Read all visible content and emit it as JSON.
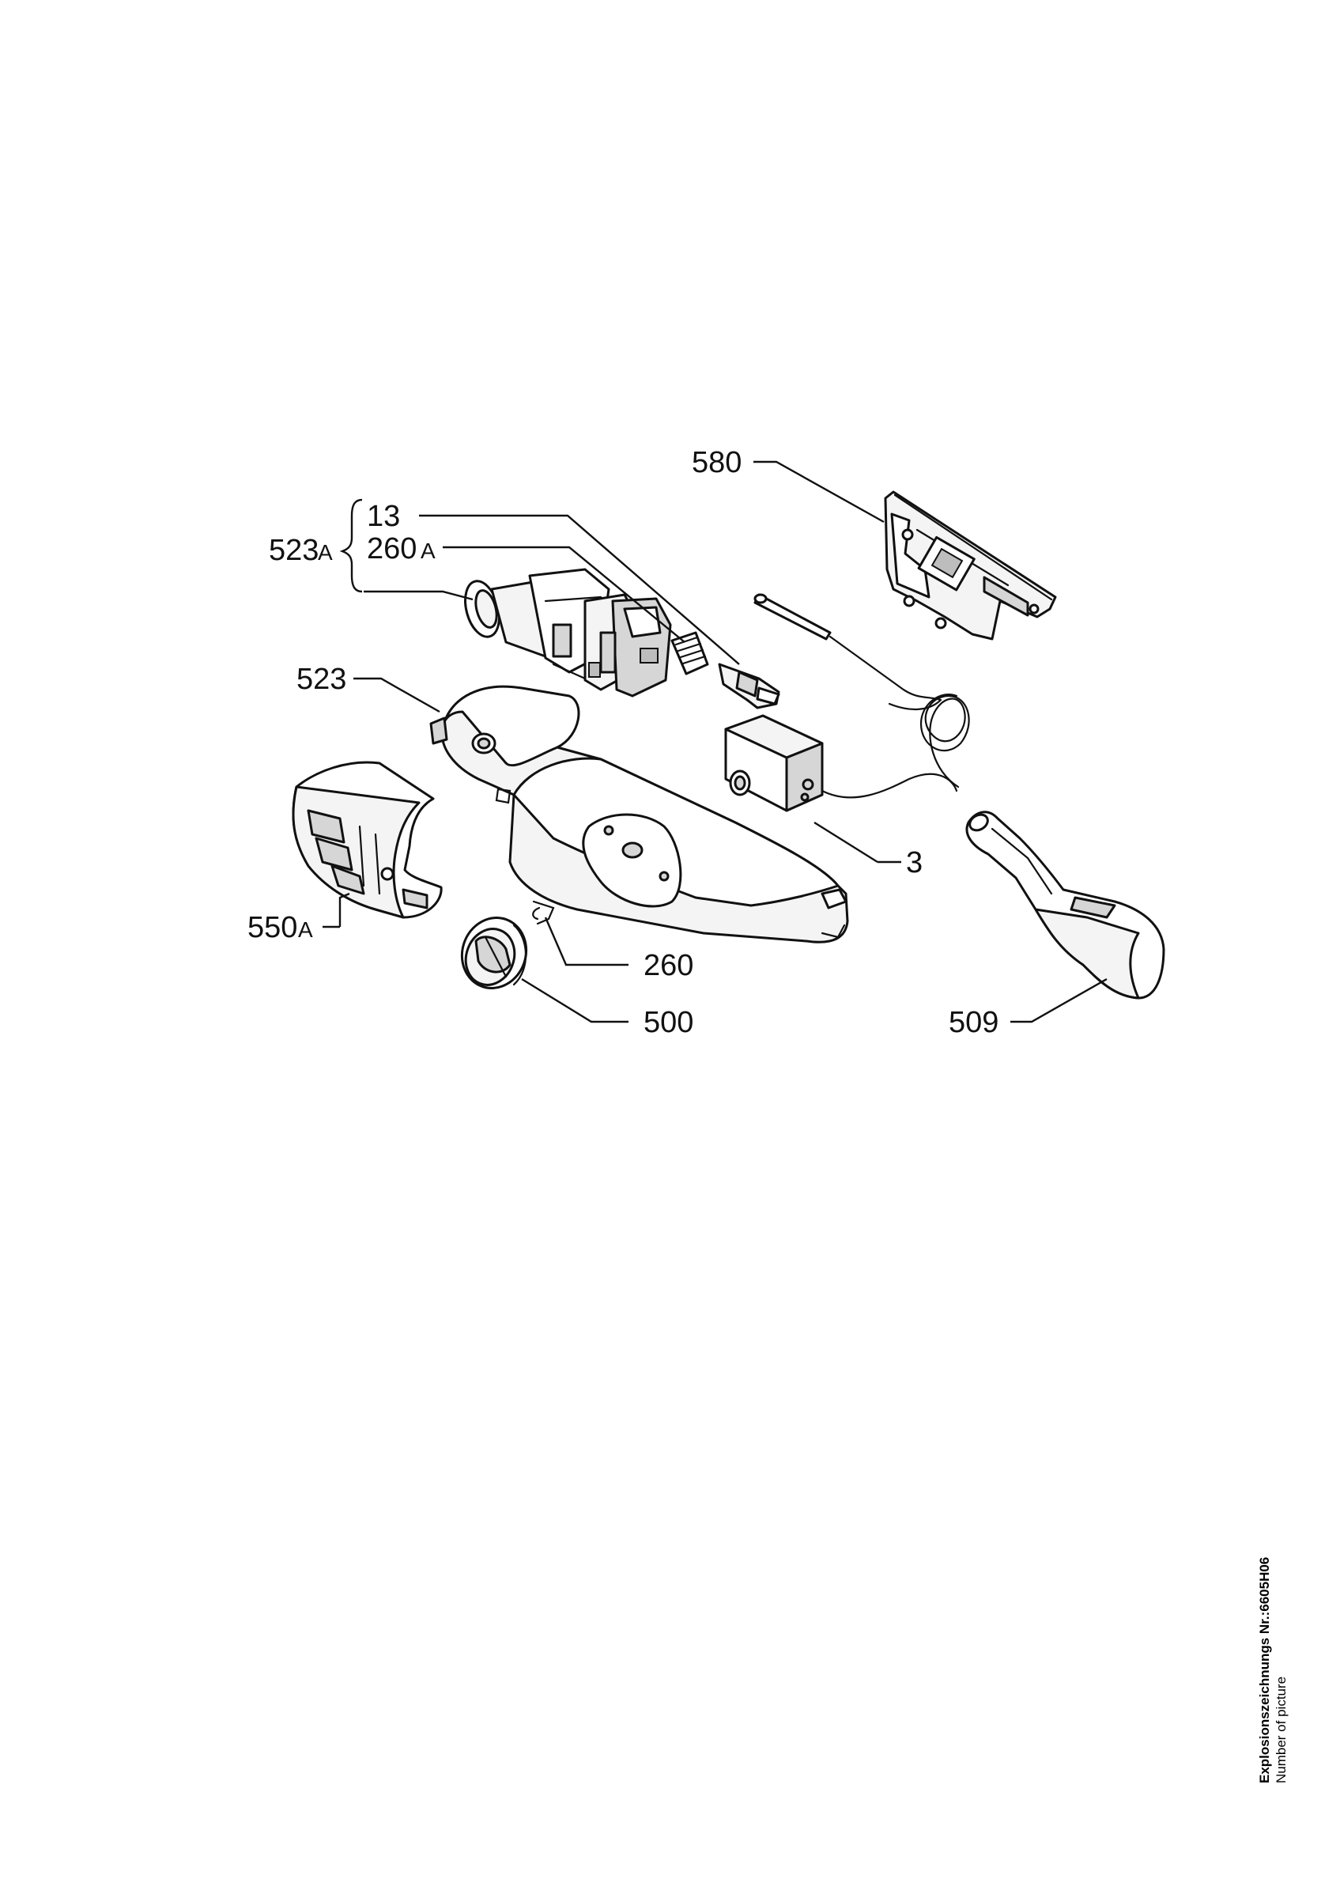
{
  "labels": {
    "p580": "580",
    "p13": "13",
    "p523a": "523",
    "p523a_suffix": "A",
    "p260a": "260",
    "p260a_suffix": "A",
    "p523": "523",
    "p3": "3",
    "p550a": "550",
    "p550a_suffix": "A",
    "p260": "260",
    "p500": "500",
    "p509": "509"
  },
  "footer": {
    "drawing_number": "Explosionszeichnungs Nr.:6605H06",
    "picture_label": "Number of picture"
  }
}
